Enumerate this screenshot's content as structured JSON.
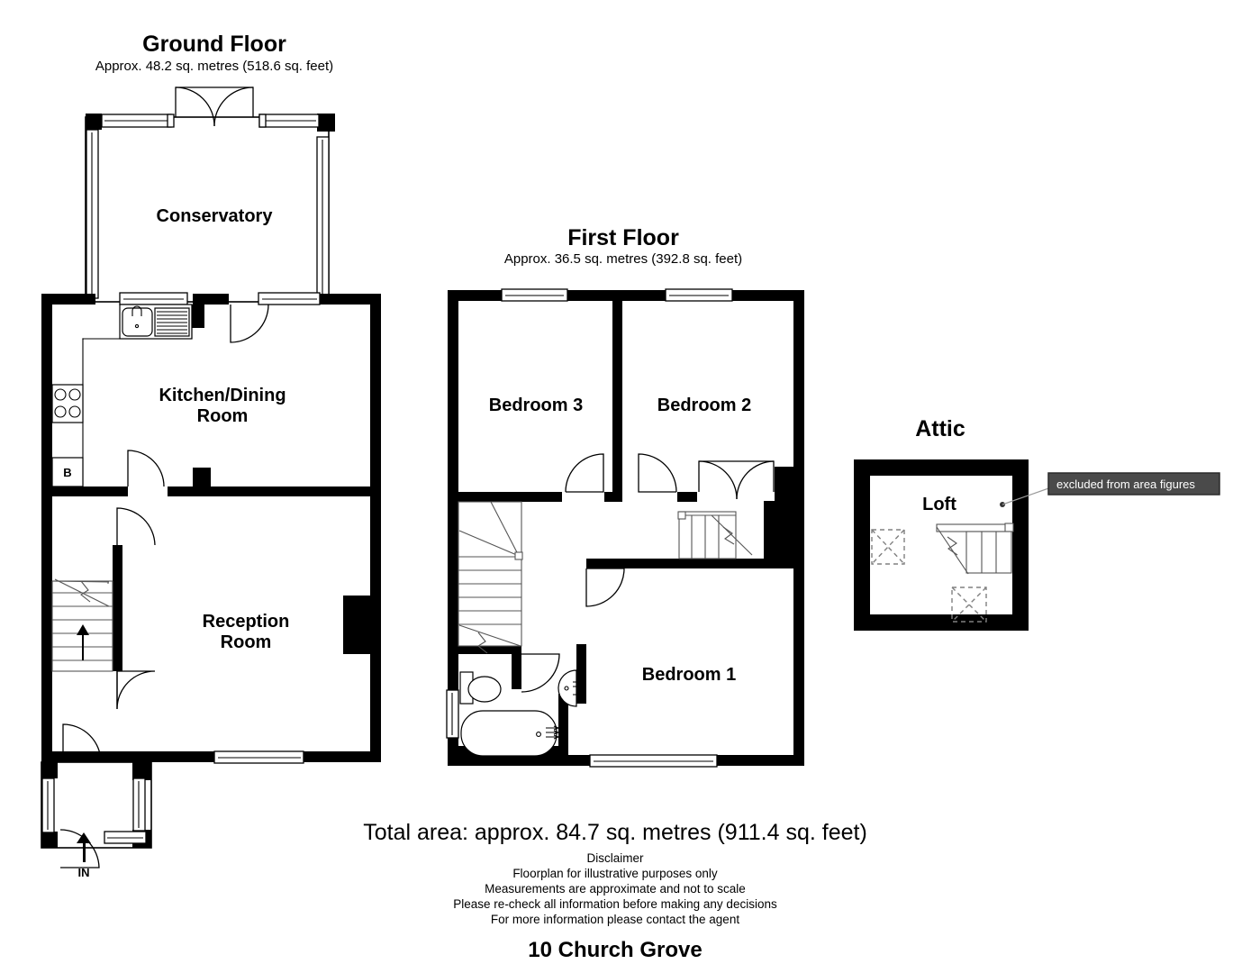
{
  "document": {
    "address": "10 Church Grove",
    "total_area": "Total area: approx. 84.7 sq. metres (911.4 sq. feet)",
    "disclaimer": [
      "Disclaimer",
      "Floorplan for illustrative purposes only",
      "Measurements are approximate and not to scale",
      "Please re-check all information before making any decisions",
      "For more information please contact the agent"
    ]
  },
  "colors": {
    "wall": "#000000",
    "background": "#ffffff",
    "callout_bg": "#4a4a4a",
    "callout_text": "#ffffff",
    "stair_line": "#555555",
    "dashed_tank": "#808080"
  },
  "floors": [
    {
      "id": "ground",
      "title": "Ground Floor",
      "area": "Approx. 48.2 sq. metres (518.6 sq. feet)",
      "rooms": [
        {
          "id": "conservatory",
          "label": "Conservatory"
        },
        {
          "id": "kitchen-dining",
          "label_line1": "Kitchen/Dining",
          "label_line2": "Room"
        },
        {
          "id": "reception",
          "label_line1": "Reception",
          "label_line2": "Room"
        }
      ],
      "markers": [
        {
          "id": "boiler",
          "label": "B"
        },
        {
          "id": "entrance",
          "label": "IN"
        }
      ]
    },
    {
      "id": "first",
      "title": "First Floor",
      "area": "Approx. 36.5 sq. metres (392.8 sq. feet)",
      "rooms": [
        {
          "id": "bedroom-3",
          "label": "Bedroom 3"
        },
        {
          "id": "bedroom-2",
          "label": "Bedroom 2"
        },
        {
          "id": "bedroom-1",
          "label": "Bedroom 1"
        }
      ]
    },
    {
      "id": "attic",
      "title": "Attic",
      "area": "",
      "rooms": [
        {
          "id": "loft",
          "label": "Loft"
        }
      ],
      "callout": "excluded from area figures"
    }
  ]
}
